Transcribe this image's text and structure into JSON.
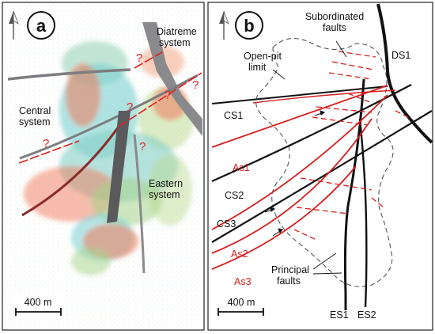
{
  "panel_a": {
    "letter": "a",
    "labels": {
      "diatreme": [
        "Diatreme",
        "system"
      ],
      "central": [
        "Central",
        "system"
      ],
      "eastern": [
        "Eastern",
        "system"
      ]
    },
    "question_mark": "?",
    "scale_bar": "400 m",
    "colors": {
      "grey_fault": "#8a8a8c",
      "dark_fault": "#5a5a5c",
      "red": "#e41e1e",
      "cyan": "#7ad0cf",
      "green": "#8fbf6a",
      "salmon": "#f07a5a"
    }
  },
  "panel_b": {
    "letter": "b",
    "labels": {
      "subordinated": [
        "Subordinated",
        "faults"
      ],
      "open_pit": [
        "Open-pit",
        "limit"
      ],
      "principal": [
        "Principal",
        "faults"
      ]
    },
    "fault_names": {
      "ds1": "DS1",
      "cs1": "CS1",
      "cs2": "CS2",
      "cs3": "CS3",
      "as1": "As1",
      "as2": "As2",
      "as3": "As3",
      "es1": "ES1",
      "es2": "ES2"
    },
    "scale_bar": "400 m",
    "colors": {
      "black_fault": "#111111",
      "red_fault": "#d81e1e"
    }
  },
  "north_symbol": "north-arrow"
}
